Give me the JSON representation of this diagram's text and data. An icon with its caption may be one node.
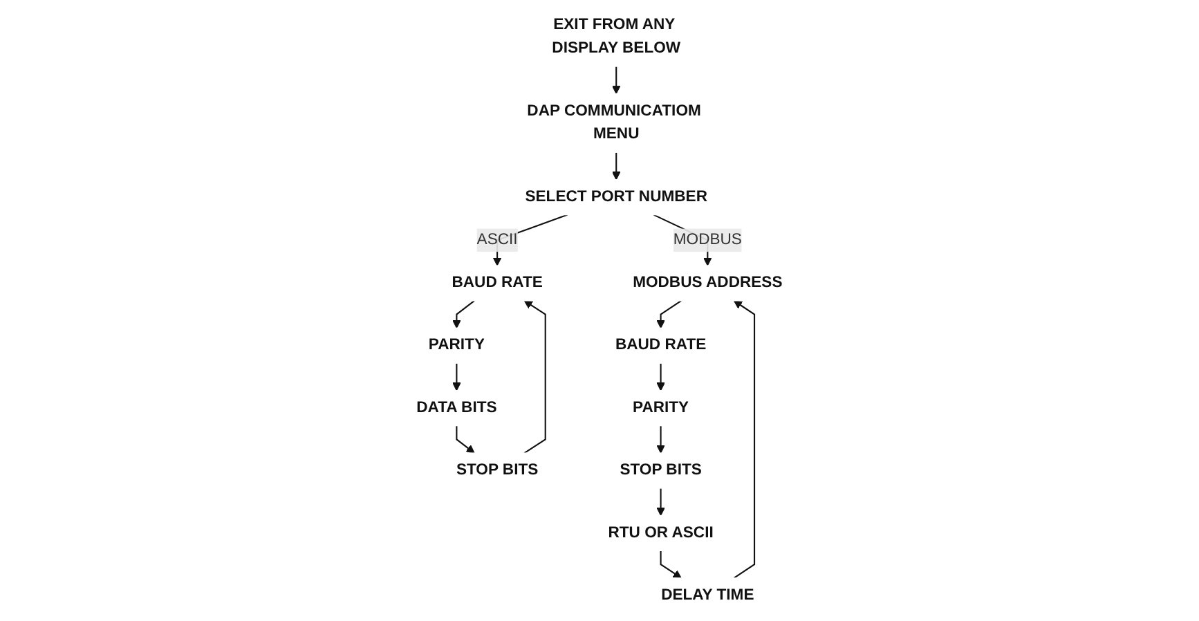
{
  "diagram": {
    "nodes": [
      {
        "text": [
          "DAP COMMUNICATIOM MENU"
        ]
      },
      {
        "text": [
          "EXIT FROM ANY DISPLAY BELOW"
        ]
      },
      {
        "text": [
          "SELECT PORT NUMBER"
        ]
      },
      {
        "text": [
          "BAUD RATE"
        ]
      },
      {
        "text": [
          "PARITY"
        ]
      },
      {
        "text": [
          "DATA BITS"
        ]
      },
      {
        "text": [
          "STOP BITS"
        ]
      },
      {
        "text": [
          "MODBUS ADDRESS"
        ]
      },
      {
        "text": [
          "BAUD RATE"
        ]
      },
      {
        "text": [
          "PARITY"
        ]
      },
      {
        "text": [
          "STOP BITS"
        ]
      },
      {
        "text": [
          "RTU OR ASCII"
        ]
      },
      {
        "text": [
          "DELAY TIME"
        ]
      }
    ],
    "edges": [
      {
        "from": 1,
        "to": 0,
        "arrow": "to"
      },
      {
        "from": 0,
        "to": 2,
        "arrow": "to"
      },
      {
        "from": 2,
        "to": 3,
        "label": "ASCII",
        "arrow": "to"
      },
      {
        "from": 2,
        "to": 7,
        "label": "MODBUS",
        "arrow": "to"
      },
      {
        "from": 3,
        "to": 4,
        "arrow": "to"
      },
      {
        "from": 4,
        "to": 5,
        "arrow": "to"
      },
      {
        "from": 5,
        "to": 6,
        "arrow": "to"
      },
      {
        "from": 6,
        "to": 3,
        "arrow": "to"
      },
      {
        "from": 7,
        "to": 8,
        "arrow": "to"
      },
      {
        "from": 8,
        "to": 9,
        "arrow": "to"
      },
      {
        "from": 9,
        "to": 10,
        "arrow": "to"
      },
      {
        "from": 10,
        "to": 11,
        "arrow": "to"
      },
      {
        "from": 11,
        "to": 12,
        "arrow": "to"
      },
      {
        "from": 12,
        "to": 7,
        "arrow": "to"
      }
    ]
  }
}
